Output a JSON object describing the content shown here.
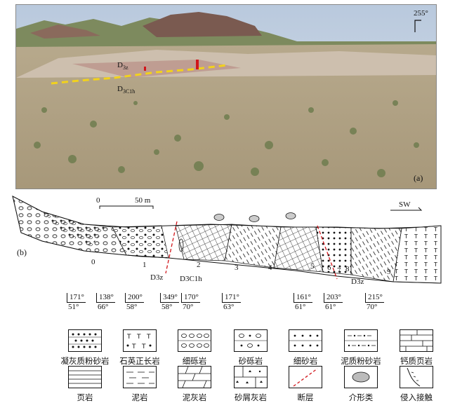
{
  "photo": {
    "orientation": "255°",
    "tag_upper": "D",
    "tag_upper_sub": "3z",
    "tag_lower": "D",
    "tag_lower_sub": "3C1h",
    "panel_label": "(a)"
  },
  "section": {
    "panel_label": "(b)",
    "scale_zero": "0",
    "scale_value": "50 m",
    "direction": "SW",
    "units": [
      "0",
      "1",
      "2",
      "3",
      "4",
      "5",
      "6",
      "7",
      "8",
      "9"
    ],
    "formation_left": "D3z",
    "formation_mid": "D3C1h",
    "formation_right": "D3z"
  },
  "attitudes": [
    {
      "az": "171°",
      "dip": "51°"
    },
    {
      "az": "138°",
      "dip": "66°"
    },
    {
      "az": "200°",
      "dip": "58°"
    },
    {
      "az": "349°",
      "dip": "58°"
    },
    {
      "az": "170°",
      "dip": "70°"
    },
    {
      "az": "171°",
      "dip": "63°"
    },
    {
      "az": "161°",
      "dip": "61°"
    },
    {
      "az": "203°",
      "dip": "61°"
    },
    {
      "az": "215°",
      "dip": "70°"
    }
  ],
  "legend": [
    {
      "label": "凝灰质粉砂岩",
      "icon": "tuffaceous-siltstone-icon"
    },
    {
      "label": "石英正长岩",
      "icon": "quartz-syenite-icon"
    },
    {
      "label": "细砾岩",
      "icon": "fine-conglomerate-icon"
    },
    {
      "label": "砂砾岩",
      "icon": "glutenite-icon"
    },
    {
      "label": "细砂岩",
      "icon": "fine-sandstone-icon"
    },
    {
      "label": "泥质粉砂岩",
      "icon": "argillaceous-siltstone-icon"
    },
    {
      "label": "钙质页岩",
      "icon": "calcareous-shale-icon"
    },
    {
      "label": "页岩",
      "icon": "shale-icon"
    },
    {
      "label": "泥岩",
      "icon": "mudstone-icon"
    },
    {
      "label": "泥灰岩",
      "icon": "marl-icon"
    },
    {
      "label": "砂屑灰岩",
      "icon": "calcarenite-icon"
    },
    {
      "label": "断层",
      "icon": "fault-icon"
    },
    {
      "label": "介形类",
      "icon": "ostracod-icon"
    },
    {
      "label": "侵入接触",
      "icon": "intrusive-contact-icon"
    }
  ]
}
